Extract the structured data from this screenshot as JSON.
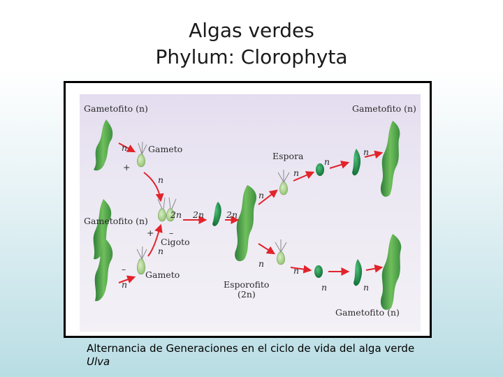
{
  "title_line1": "Algas verdes",
  "title_line2": "Phylum: Clorophyta",
  "labels": {
    "gametofito_top_left": "Gametofito (n)",
    "gametofito_top_right": "Gametofito (n)",
    "gametofito_mid_left": "Gametofito (n)",
    "gametofito_bottom_right": "Gametofito (n)",
    "gameto_top": "Gameto",
    "gameto_bottom": "Gameto",
    "espora": "Espora",
    "cigoto": "Cigoto",
    "esporofito_line1": "Esporofito",
    "esporofito_line2": "(2n)",
    "n": "n",
    "two_n": "2n",
    "plus": "+",
    "minus": "–"
  },
  "caption": {
    "text": "Alternancia de Generaciones en el ciclo de vida del alga verde ",
    "genus": "Ulva"
  },
  "colors": {
    "arrow": "#e2232a",
    "thallus": "#5aa850",
    "cell": "#1d8b48"
  }
}
